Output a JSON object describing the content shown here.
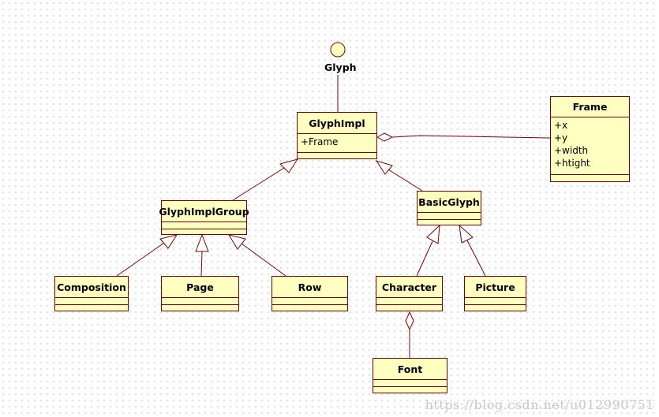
{
  "diagram": {
    "interface": {
      "name": "Glyph"
    },
    "classes": {
      "glyph_impl": {
        "name": "GlyphImpl",
        "attributes": [
          "+Frame"
        ]
      },
      "frame": {
        "name": "Frame",
        "attributes": [
          "+x",
          "+y",
          "+width",
          "+htight"
        ]
      },
      "glyph_impl_group": {
        "name": "GlyphImplGroup"
      },
      "basic_glyph": {
        "name": "BasicGlyph"
      },
      "composition": {
        "name": "Composition"
      },
      "page": {
        "name": "Page"
      },
      "row": {
        "name": "Row"
      },
      "character": {
        "name": "Character"
      },
      "picture": {
        "name": "Picture"
      },
      "font": {
        "name": "Font"
      }
    },
    "relations": [
      {
        "type": "realization",
        "from": "GlyphImpl",
        "to": "Glyph"
      },
      {
        "type": "aggregation",
        "from": "Frame",
        "to": "GlyphImpl"
      },
      {
        "type": "generalization",
        "from": "GlyphImplGroup",
        "to": "GlyphImpl"
      },
      {
        "type": "generalization",
        "from": "BasicGlyph",
        "to": "GlyphImpl"
      },
      {
        "type": "generalization",
        "from": "Composition",
        "to": "GlyphImplGroup"
      },
      {
        "type": "generalization",
        "from": "Page",
        "to": "GlyphImplGroup"
      },
      {
        "type": "generalization",
        "from": "Row",
        "to": "GlyphImplGroup"
      },
      {
        "type": "generalization",
        "from": "Character",
        "to": "BasicGlyph"
      },
      {
        "type": "generalization",
        "from": "Picture",
        "to": "BasicGlyph"
      },
      {
        "type": "aggregation",
        "from": "Font",
        "to": "Character"
      }
    ]
  },
  "watermark": "https://blog.csdn.net/u012990751",
  "colors": {
    "class_fill": "#ffffc0",
    "class_border": "#800000",
    "interface_fill": "#ffffc0"
  }
}
